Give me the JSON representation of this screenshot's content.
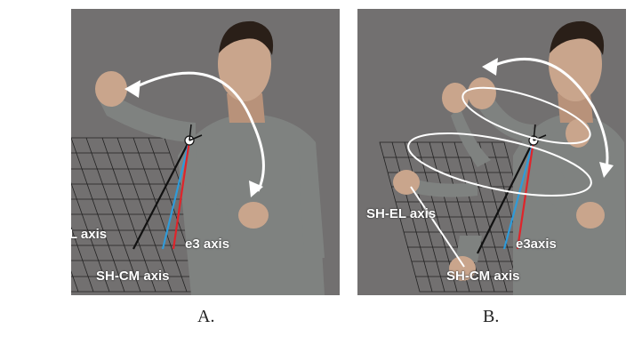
{
  "panels": [
    {
      "id": "A",
      "caption": "A.",
      "labels": {
        "sh_el": "SH-EL axis",
        "e3": "e3 axis",
        "sh_cm": "SH-CM axis"
      }
    },
    {
      "id": "B",
      "caption": "B.",
      "labels": {
        "sh_el": "SH-EL axis",
        "e3": "e3axis",
        "sh_cm": "SH-CM axis"
      }
    }
  ],
  "colors": {
    "background": "#727070",
    "skin": "#c9a58c",
    "shirt": "#7f8280",
    "hair": "#2a1f18",
    "sh_el_axis": "#111111",
    "sh_cm_axis": "#2f9bd9",
    "e3_axis": "#e0242a",
    "arrow": "#ffffff"
  }
}
